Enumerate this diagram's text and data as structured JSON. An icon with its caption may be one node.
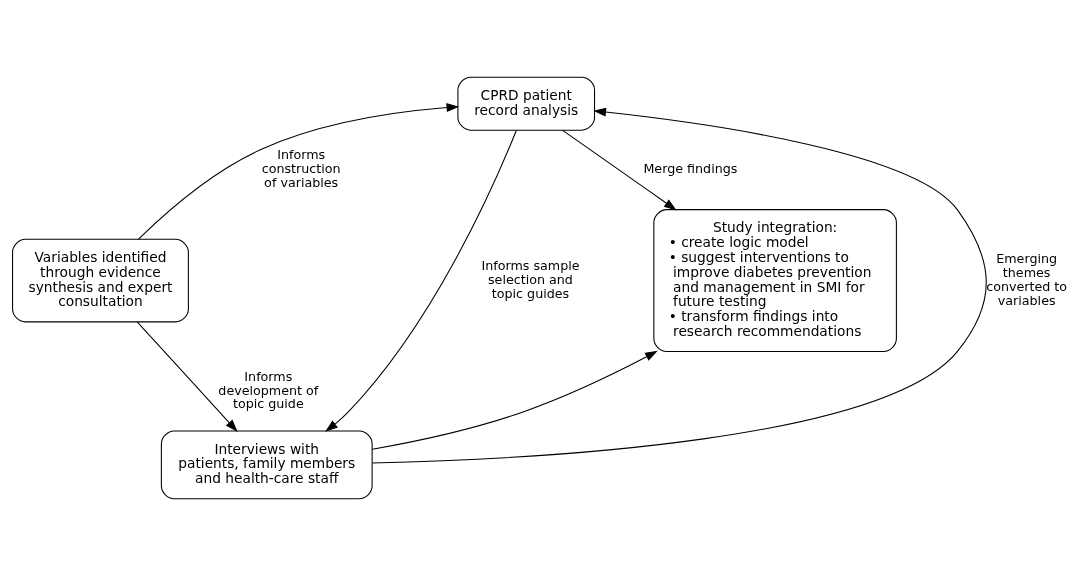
{
  "diagram": {
    "nodes": [
      {
        "text": [
          "Variables identified through evidence synthesis and expert consultation"
        ]
      },
      {
        "text": [
          "CPRD patient record analysis"
        ]
      },
      {
        "text": [
          "Interviews with patients, family members and health-care staff"
        ]
      },
      {
        "text": [
          "Study integration:",
          "• create logic model",
          "• suggest interventions to improve diabetes prevention and management in SMI for future testing",
          "• transform findings into research recommendations"
        ]
      }
    ],
    "edges": [
      {
        "from": 0,
        "to": 1,
        "arrow": "to",
        "label": "Informs construction of variables"
      },
      {
        "from": 0,
        "to": 2,
        "arrow": "to",
        "label": "Informs development of topic guide"
      },
      {
        "from": 1,
        "to": 2,
        "arrow": "to",
        "label": "Informs sample selection and topic guides"
      },
      {
        "from": 2,
        "to": 1,
        "arrow": "to",
        "label": "Emerging themes converted to variables"
      },
      {
        "from": 1,
        "to": 3,
        "arrow": "to",
        "label": "Merge findings"
      },
      {
        "from": 2,
        "to": 3,
        "arrow": "to"
      }
    ]
  }
}
